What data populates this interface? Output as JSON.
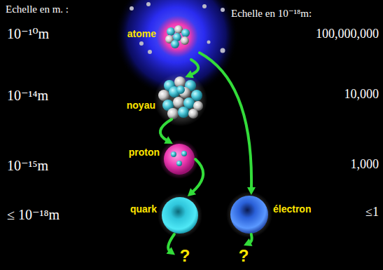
{
  "diagram": {
    "nodes": [
      {
        "text": [
          "atome"
        ]
      },
      {
        "text": [
          "noyau"
        ]
      },
      {
        "text": [
          "proton"
        ]
      },
      {
        "text": [
          "quark"
        ]
      },
      {
        "text": [
          "électron"
        ]
      },
      {
        "text": [
          "?"
        ]
      },
      {
        "text": [
          "?"
        ]
      }
    ],
    "edges": [
      {
        "from": 0,
        "to": 1,
        "arrow": "to"
      },
      {
        "from": 0,
        "to": 4,
        "arrow": "to"
      },
      {
        "from": 1,
        "to": 2,
        "arrow": "to"
      },
      {
        "from": 2,
        "to": 3,
        "arrow": "to"
      },
      {
        "from": 3,
        "to": 5,
        "arrow": "to"
      },
      {
        "from": 4,
        "to": 6,
        "arrow": "to"
      }
    ],
    "labels": [
      "Echelle en m. :",
      "Echelle en 10⁻¹⁸m:",
      "10⁻¹⁰m",
      "100,000,000",
      "10⁻¹⁴m",
      "10,000",
      "10⁻¹⁵m",
      "1,000",
      "≤ 10⁻¹⁸m",
      "≤1"
    ]
  }
}
